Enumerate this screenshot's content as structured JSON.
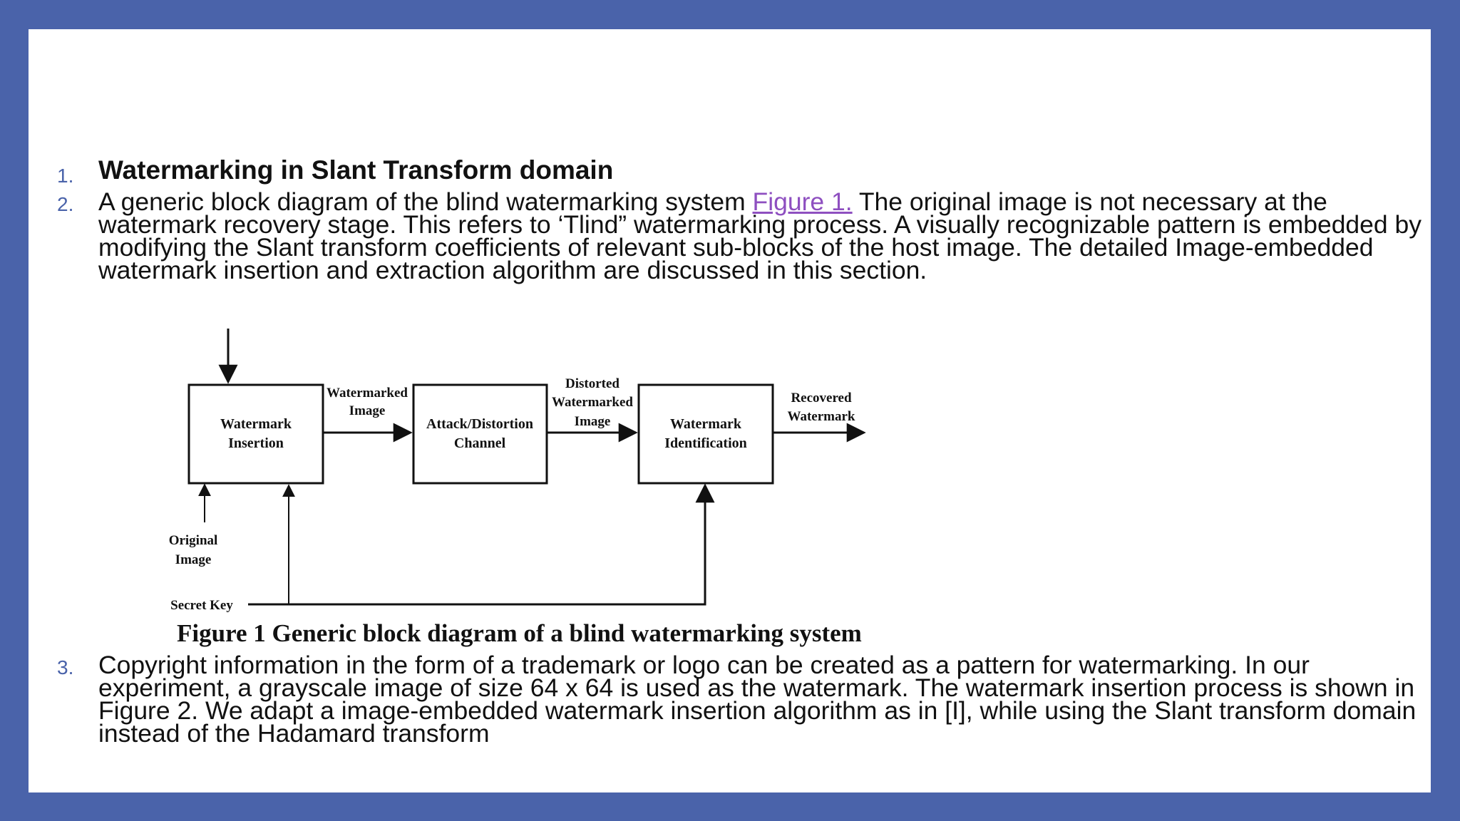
{
  "items": [
    {
      "number": "1.",
      "heading": "Watermarking in Slant Transform domain"
    },
    {
      "number": "2.",
      "text_before_link": "A generic block diagram of the blind watermarking system ",
      "link": "Figure 1.",
      "text_after_link": " The original image is not necessary at the watermark recovery stage. This refers to ‘Tlind”  watermarking  process. A visually  recognizable pattern is embedded by modifying the Slant transform coefficients of relevant sub-blocks of the host image. The detailed Image-embedded watermark insertion and extraction algorithm are discussed in this section."
    },
    {
      "number": "3.",
      "text": "Copyright information in the form of a trademark or logo can be created as a pattern for watermarking. In our experiment, a grayscale image of size 64 x 64 is used as the watermark. The watermark insertion process is shown in Figure 2. We adapt a   image-embedded watermark insertion algorithm as in [I], while using the Slant transform domain instead of the Hadamard transform"
    }
  ],
  "figure": {
    "blocks": {
      "insertion": [
        "Watermark",
        "Insertion"
      ],
      "channel": [
        "Attack/Distortion",
        "Channel"
      ],
      "identification": [
        "Watermark",
        "Identification"
      ]
    },
    "labels": {
      "watermarked_image": [
        "Watermarked",
        "Image"
      ],
      "distorted": [
        "Distorted",
        "Watermarked",
        "Image"
      ],
      "recovered": [
        "Recovered",
        "Watermark"
      ],
      "original_image": [
        "Original",
        "Image"
      ],
      "secret_key": "Secret Key"
    },
    "caption": "Figure 1 Generic block diagram of a blind watermarking system"
  }
}
